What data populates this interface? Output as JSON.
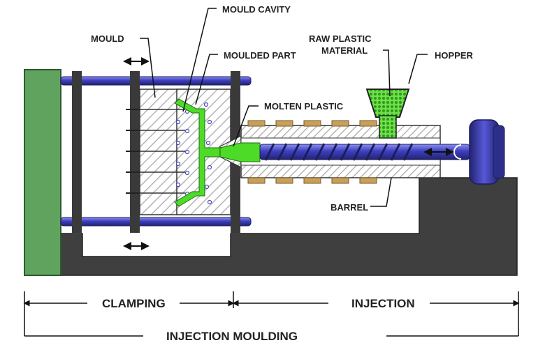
{
  "labels": {
    "mould_cavity": "MOULD CAVITY",
    "mould": "MOULD",
    "moulded_part": "MOULDED PART",
    "raw_plastic_line1": "RAW PLASTIC",
    "raw_plastic_line2": "MATERIAL",
    "hopper": "HOPPER",
    "molten_plastic": "MOLTEN PLASTIC",
    "barrel": "BARREL"
  },
  "sections": {
    "clamping": "CLAMPING",
    "injection": "INJECTION",
    "overall": "INJECTION MOULDING"
  },
  "colors": {
    "frame_green": "#5fa35f",
    "machine_base": "#3f3f3f",
    "platen": "#3a3a3a",
    "tie_bar": "#3d3fbf",
    "screw": "#3535b5",
    "plastic_green": "#4ddb28",
    "heater_band": "#c8a05c",
    "hatch": "#b5b5b5",
    "label_text": "#222222"
  }
}
